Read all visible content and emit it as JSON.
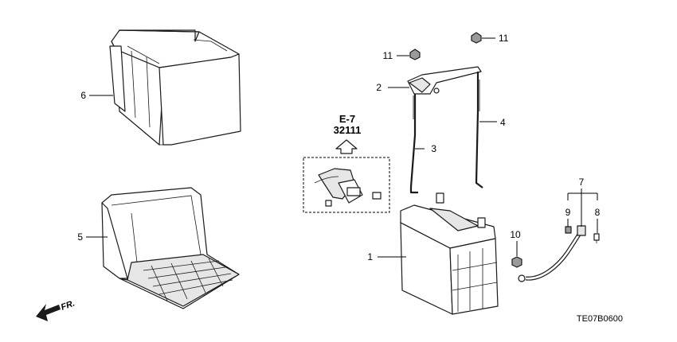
{
  "callouts": {
    "c1": "1",
    "c2": "2",
    "c3": "3",
    "c4": "4",
    "c5": "5",
    "c6": "6",
    "c7": "7",
    "c8": "8",
    "c9": "9",
    "c10": "10",
    "c11a": "11",
    "c11b": "11"
  },
  "reference": {
    "page": "E-7",
    "part": "32111"
  },
  "direction_label": "FR.",
  "diagram_code": "TE07B0600"
}
